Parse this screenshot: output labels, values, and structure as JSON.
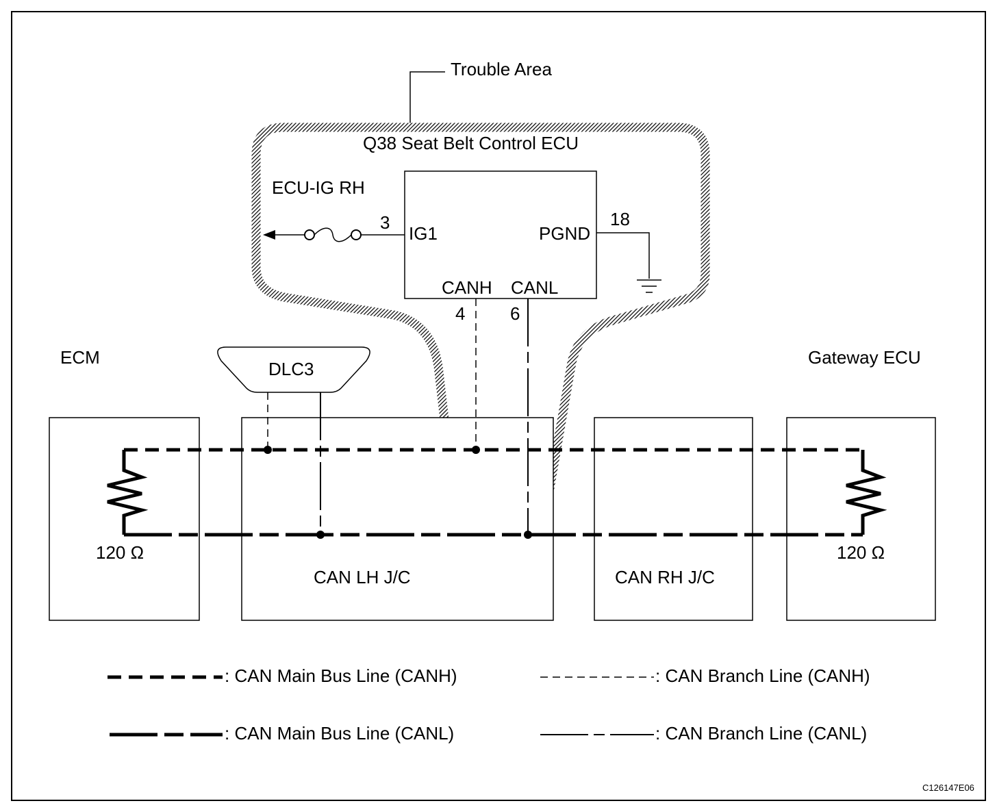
{
  "diagram": {
    "trouble_area_label": "Trouble Area",
    "ecu_title": "Q38  Seat Belt Control ECU",
    "fuse_label": "ECU-IG RH",
    "pins": {
      "ig1_num": "3",
      "ig1_name": "IG1",
      "pgnd_num": "18",
      "pgnd_name": "PGND",
      "canh_name": "CANH",
      "canh_num": "4",
      "canl_name": "CANL",
      "canl_num": "6"
    },
    "ecm_label": "ECM",
    "dlc3_label": "DLC3",
    "gateway_label": "Gateway ECU",
    "ecm_resistor": "120 Ω",
    "gateway_resistor": "120 Ω",
    "can_lh_label": "CAN LH J/C",
    "can_rh_label": "CAN RH J/C",
    "image_code": "C126147E06"
  },
  "legend": {
    "main_canh": ": CAN Main Bus Line (CANH)",
    "branch_canh": ": CAN Branch Line (CANH)",
    "main_canl": ": CAN Main Bus Line (CANL)",
    "branch_canl": ": CAN Branch Line (CANL)"
  }
}
